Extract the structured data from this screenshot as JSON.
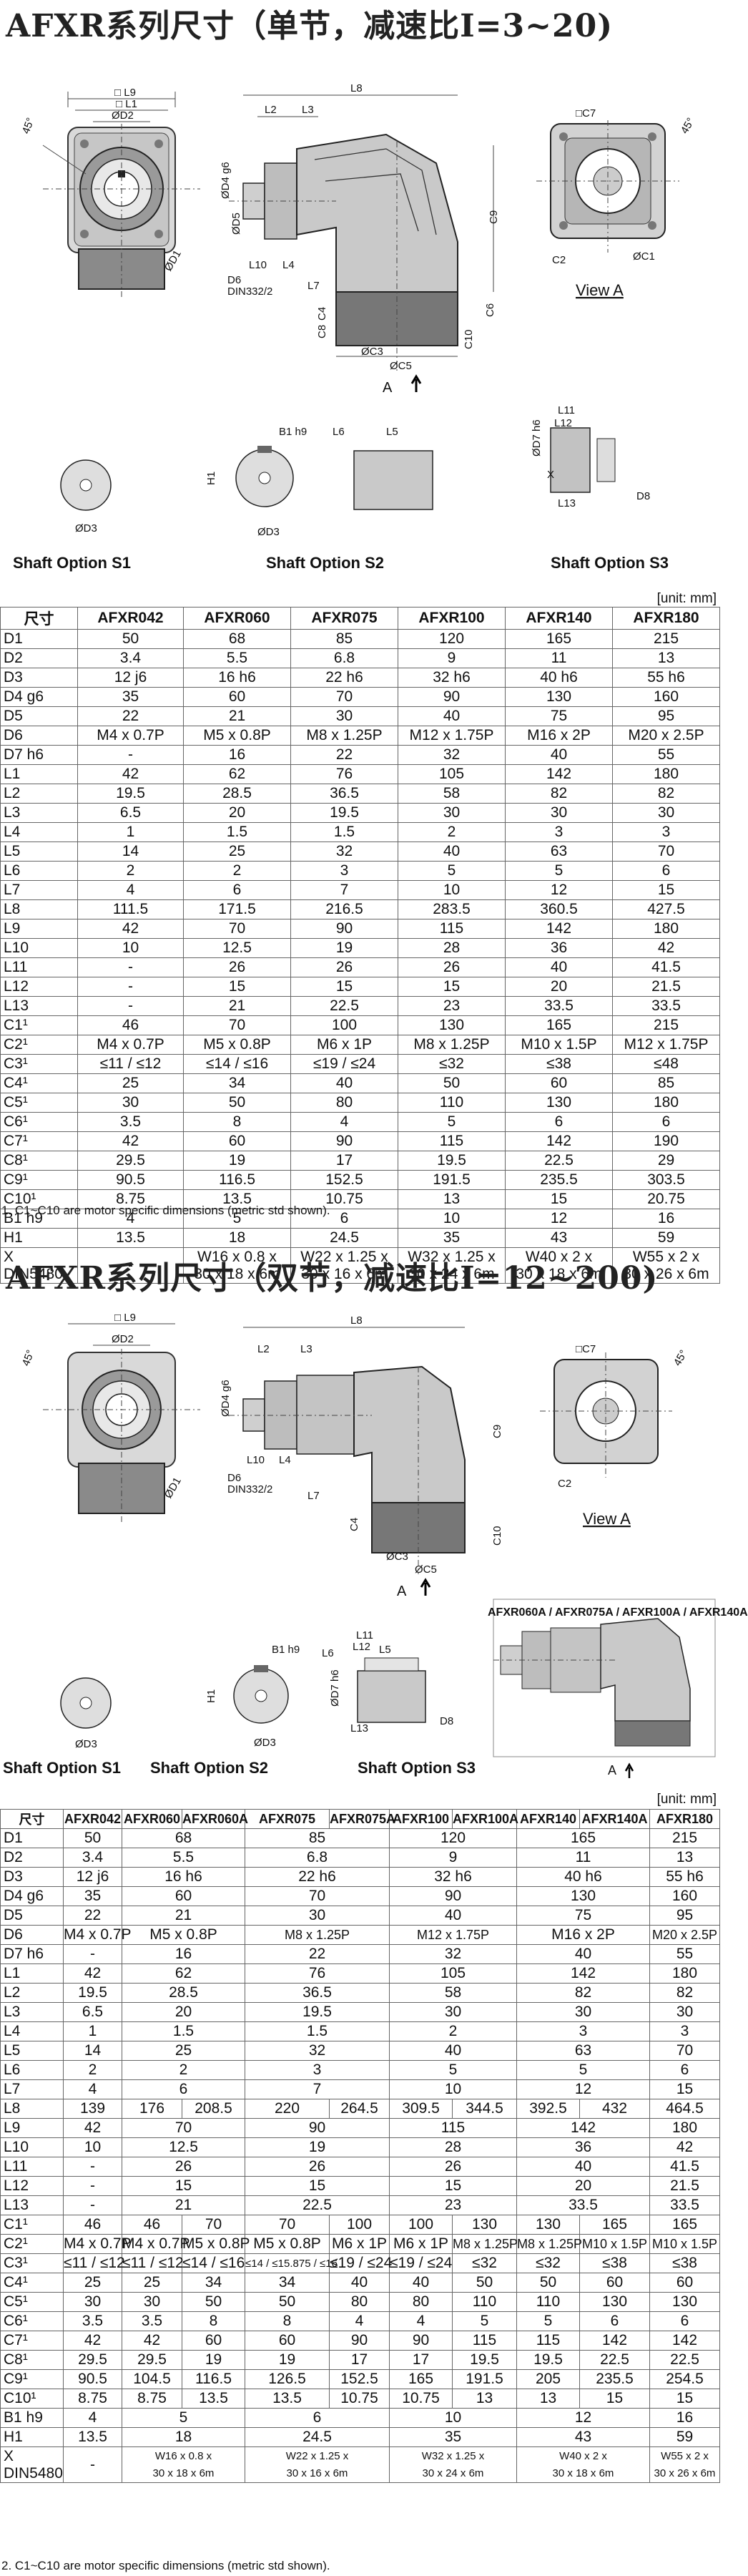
{
  "section1": {
    "title": "AFXR系列尺寸（单节，减速比I=3~20)",
    "view_label": "View A",
    "option_labels": [
      "Shaft Option S1",
      "Shaft Option S2",
      "Shaft Option S3"
    ],
    "unit_label": "[unit: mm]",
    "dim_labels": [
      "L9",
      "L1",
      "ØD2",
      "45°",
      "ØD1",
      "L2",
      "L3",
      "L8",
      "ØD4",
      "ØD5",
      "L10",
      "L4",
      "D6",
      "DIN332/2",
      "L7",
      "C9",
      "C4",
      "C8",
      "ØC3",
      "ØC5",
      "C10",
      "C6",
      "A",
      "□C7",
      "ØC1",
      "C2",
      "B1",
      "L6",
      "L5",
      "H1",
      "ØD3",
      "L11",
      "L12",
      "ØD7",
      "X",
      "L13",
      "D8"
    ],
    "headers": [
      "尺寸",
      "AFXR042",
      "AFXR060",
      "AFXR075",
      "AFXR100",
      "AFXR140",
      "AFXR180"
    ],
    "rows": [
      [
        "D1",
        "50",
        "68",
        "85",
        "120",
        "165",
        "215"
      ],
      [
        "D2",
        "3.4",
        "5.5",
        "6.8",
        "9",
        "11",
        "13"
      ],
      [
        "D3",
        "12 j6",
        "16 h6",
        "22 h6",
        "32 h6",
        "40 h6",
        "55 h6"
      ],
      [
        "D4  g6",
        "35",
        "60",
        "70",
        "90",
        "130",
        "160"
      ],
      [
        "D5",
        "22",
        "21",
        "30",
        "40",
        "75",
        "95"
      ],
      [
        "D6",
        "M4 x 0.7P",
        "M5 x 0.8P",
        "M8 x 1.25P",
        "M12 x 1.75P",
        "M16 x 2P",
        "M20 x 2.5P"
      ],
      [
        "D7  h6",
        "-",
        "16",
        "22",
        "32",
        "40",
        "55"
      ],
      [
        "L1",
        "42",
        "62",
        "76",
        "105",
        "142",
        "180"
      ],
      [
        "L2",
        "19.5",
        "28.5",
        "36.5",
        "58",
        "82",
        "82"
      ],
      [
        "L3",
        "6.5",
        "20",
        "19.5",
        "30",
        "30",
        "30"
      ],
      [
        "L4",
        "1",
        "1.5",
        "1.5",
        "2",
        "3",
        "3"
      ],
      [
        "L5",
        "14",
        "25",
        "32",
        "40",
        "63",
        "70"
      ],
      [
        "L6",
        "2",
        "2",
        "3",
        "5",
        "5",
        "6"
      ],
      [
        "L7",
        "4",
        "6",
        "7",
        "10",
        "12",
        "15"
      ],
      [
        "L8",
        "111.5",
        "171.5",
        "216.5",
        "283.5",
        "360.5",
        "427.5"
      ],
      [
        "L9",
        "42",
        "70",
        "90",
        "115",
        "142",
        "180"
      ],
      [
        "L10",
        "10",
        "12.5",
        "19",
        "28",
        "36",
        "42"
      ],
      [
        "L11",
        "-",
        "26",
        "26",
        "26",
        "40",
        "41.5"
      ],
      [
        "L12",
        "-",
        "15",
        "15",
        "15",
        "20",
        "21.5"
      ],
      [
        "L13",
        "-",
        "21",
        "22.5",
        "23",
        "33.5",
        "33.5"
      ],
      [
        "C1¹",
        "46",
        "70",
        "100",
        "130",
        "165",
        "215"
      ],
      [
        "C2¹",
        "M4 x 0.7P",
        "M5 x 0.8P",
        "M6 x 1P",
        "M8 x 1.25P",
        "M10 x 1.5P",
        "M12 x 1.75P"
      ],
      [
        "C3¹",
        "≤11 / ≤12",
        "≤14 / ≤16",
        "≤19 / ≤24",
        "≤32",
        "≤38",
        "≤48"
      ],
      [
        "C4¹",
        "25",
        "34",
        "40",
        "50",
        "60",
        "85"
      ],
      [
        "C5¹",
        "30",
        "50",
        "80",
        "110",
        "130",
        "180"
      ],
      [
        "C6¹",
        "3.5",
        "8",
        "4",
        "5",
        "6",
        "6"
      ],
      [
        "C7¹",
        "42",
        "60",
        "90",
        "115",
        "142",
        "190"
      ],
      [
        "C8¹",
        "29.5",
        "19",
        "17",
        "19.5",
        "22.5",
        "29"
      ],
      [
        "C9¹",
        "90.5",
        "116.5",
        "152.5",
        "191.5",
        "235.5",
        "303.5"
      ],
      [
        "C10¹",
        "8.75",
        "13.5",
        "10.75",
        "13",
        "15",
        "20.75"
      ],
      [
        "B1  h9",
        "4",
        "5",
        "6",
        "10",
        "12",
        "16"
      ],
      [
        "H1",
        "13.5",
        "18",
        "24.5",
        "35",
        "43",
        "59"
      ],
      [
        "X\nDIN5480",
        "-",
        "W16 x 0.8 x\n30 x 18 x 6m",
        "W22 x 1.25 x\n30 x 16 x 6m",
        "W32 x 1.25 x\n30 x 24 x 6m",
        "W40 x 2 x\n30 x 18 x 6m",
        "W55 x 2 x\n30 x 26 x 6m"
      ]
    ],
    "footnote": "1. C1~C10 are motor specific dimensions (metric std shown)."
  },
  "section2": {
    "title": "AFXR系列尺寸（双节，减速比I=12~200)",
    "view_label": "View A",
    "option_labels": [
      "Shaft Option S1",
      "Shaft Option S2",
      "Shaft Option S3"
    ],
    "unit_label": "[unit: mm]",
    "variant_caption": "AFXR060A / AFXR075A / AFXR100A / AFXR140A",
    "headers": [
      "尺寸",
      "AFXR042",
      "AFXR060",
      "AFXR060A",
      "AFXR075",
      "AFXR075A",
      "AFXR100",
      "AFXR100A",
      "AFXR140",
      "AFXR140A",
      "AFXR180"
    ],
    "rows": [
      {
        "cells": [
          "D1",
          "50",
          "68",
          "85",
          "120",
          "165",
          "215"
        ],
        "spans": [
          1,
          1,
          2,
          2,
          2,
          2,
          1
        ]
      },
      {
        "cells": [
          "D2",
          "3.4",
          "5.5",
          "6.8",
          "9",
          "11",
          "13"
        ],
        "spans": [
          1,
          1,
          2,
          2,
          2,
          2,
          1
        ]
      },
      {
        "cells": [
          "D3",
          "12 j6",
          "16 h6",
          "22 h6",
          "32 h6",
          "40 h6",
          "55 h6"
        ],
        "spans": [
          1,
          1,
          2,
          2,
          2,
          2,
          1
        ]
      },
      {
        "cells": [
          "D4  g6",
          "35",
          "60",
          "70",
          "90",
          "130",
          "160"
        ],
        "spans": [
          1,
          1,
          2,
          2,
          2,
          2,
          1
        ]
      },
      {
        "cells": [
          "D5",
          "22",
          "21",
          "30",
          "40",
          "75",
          "95"
        ],
        "spans": [
          1,
          1,
          2,
          2,
          2,
          2,
          1
        ]
      },
      {
        "cells": [
          "D6",
          "M4 x 0.7P",
          "M5 x 0.8P",
          "M8 x 1.25P",
          "M12 x 1.75P",
          "M16 x 2P",
          "M20 x 2.5P"
        ],
        "spans": [
          1,
          1,
          2,
          2,
          2,
          2,
          1
        ]
      },
      {
        "cells": [
          "D7  h6",
          "-",
          "16",
          "22",
          "32",
          "40",
          "55"
        ],
        "spans": [
          1,
          1,
          2,
          2,
          2,
          2,
          1
        ]
      },
      {
        "cells": [
          "L1",
          "42",
          "62",
          "76",
          "105",
          "142",
          "180"
        ],
        "spans": [
          1,
          1,
          2,
          2,
          2,
          2,
          1
        ]
      },
      {
        "cells": [
          "L2",
          "19.5",
          "28.5",
          "36.5",
          "58",
          "82",
          "82"
        ],
        "spans": [
          1,
          1,
          2,
          2,
          2,
          2,
          1
        ]
      },
      {
        "cells": [
          "L3",
          "6.5",
          "20",
          "19.5",
          "30",
          "30",
          "30"
        ],
        "spans": [
          1,
          1,
          2,
          2,
          2,
          2,
          1
        ]
      },
      {
        "cells": [
          "L4",
          "1",
          "1.5",
          "1.5",
          "2",
          "3",
          "3"
        ],
        "spans": [
          1,
          1,
          2,
          2,
          2,
          2,
          1
        ]
      },
      {
        "cells": [
          "L5",
          "14",
          "25",
          "32",
          "40",
          "63",
          "70"
        ],
        "spans": [
          1,
          1,
          2,
          2,
          2,
          2,
          1
        ]
      },
      {
        "cells": [
          "L6",
          "2",
          "2",
          "3",
          "5",
          "5",
          "6"
        ],
        "spans": [
          1,
          1,
          2,
          2,
          2,
          2,
          1
        ]
      },
      {
        "cells": [
          "L7",
          "4",
          "6",
          "7",
          "10",
          "12",
          "15"
        ],
        "spans": [
          1,
          1,
          2,
          2,
          2,
          2,
          1
        ]
      },
      {
        "cells": [
          "L8",
          "139",
          "176",
          "208.5",
          "220",
          "264.5",
          "309.5",
          "344.5",
          "392.5",
          "432",
          "464.5"
        ],
        "spans": [
          1,
          1,
          1,
          1,
          1,
          1,
          1,
          1,
          1,
          1,
          1
        ]
      },
      {
        "cells": [
          "L9",
          "42",
          "70",
          "90",
          "115",
          "142",
          "180"
        ],
        "spans": [
          1,
          1,
          2,
          2,
          2,
          2,
          1
        ]
      },
      {
        "cells": [
          "L10",
          "10",
          "12.5",
          "19",
          "28",
          "36",
          "42"
        ],
        "spans": [
          1,
          1,
          2,
          2,
          2,
          2,
          1
        ]
      },
      {
        "cells": [
          "L11",
          "-",
          "26",
          "26",
          "26",
          "40",
          "41.5"
        ],
        "spans": [
          1,
          1,
          2,
          2,
          2,
          2,
          1
        ]
      },
      {
        "cells": [
          "L12",
          "-",
          "15",
          "15",
          "15",
          "20",
          "21.5"
        ],
        "spans": [
          1,
          1,
          2,
          2,
          2,
          2,
          1
        ]
      },
      {
        "cells": [
          "L13",
          "-",
          "21",
          "22.5",
          "23",
          "33.5",
          "33.5"
        ],
        "spans": [
          1,
          1,
          2,
          2,
          2,
          2,
          1
        ]
      },
      {
        "cells": [
          "C1¹",
          "46",
          "46",
          "70",
          "70",
          "100",
          "100",
          "130",
          "130",
          "165",
          "165"
        ],
        "spans": [
          1,
          1,
          1,
          1,
          1,
          1,
          1,
          1,
          1,
          1,
          1
        ]
      },
      {
        "cells": [
          "C2¹",
          "M4 x 0.7P",
          "M4 x 0.7P",
          "M5 x 0.8P",
          "M5 x 0.8P",
          "M6 x 1P",
          "M6 x 1P",
          "M8 x 1.25P",
          "M8 x 1.25P",
          "M10 x 1.5P",
          "M10 x 1.5P"
        ],
        "spans": [
          1,
          1,
          1,
          1,
          1,
          1,
          1,
          1,
          1,
          1,
          1
        ]
      },
      {
        "cells": [
          "C3¹",
          "≤11 / ≤12",
          "≤11 / ≤12",
          "≤14 / ≤16",
          "≤14 / ≤15.875 / ≤16",
          "≤19 / ≤24",
          "≤19 / ≤24",
          "≤32",
          "≤32",
          "≤38",
          "≤38"
        ],
        "spans": [
          1,
          1,
          1,
          1,
          1,
          1,
          1,
          1,
          1,
          1,
          1
        ]
      },
      {
        "cells": [
          "C4¹",
          "25",
          "25",
          "34",
          "34",
          "40",
          "40",
          "50",
          "50",
          "60",
          "60"
        ],
        "spans": [
          1,
          1,
          1,
          1,
          1,
          1,
          1,
          1,
          1,
          1,
          1
        ]
      },
      {
        "cells": [
          "C5¹",
          "30",
          "30",
          "50",
          "50",
          "80",
          "80",
          "110",
          "110",
          "130",
          "130"
        ],
        "spans": [
          1,
          1,
          1,
          1,
          1,
          1,
          1,
          1,
          1,
          1,
          1
        ]
      },
      {
        "cells": [
          "C6¹",
          "3.5",
          "3.5",
          "8",
          "8",
          "4",
          "4",
          "5",
          "5",
          "6",
          "6"
        ],
        "spans": [
          1,
          1,
          1,
          1,
          1,
          1,
          1,
          1,
          1,
          1,
          1
        ]
      },
      {
        "cells": [
          "C7¹",
          "42",
          "42",
          "60",
          "60",
          "90",
          "90",
          "115",
          "115",
          "142",
          "142"
        ],
        "spans": [
          1,
          1,
          1,
          1,
          1,
          1,
          1,
          1,
          1,
          1,
          1
        ]
      },
      {
        "cells": [
          "C8¹",
          "29.5",
          "29.5",
          "19",
          "19",
          "17",
          "17",
          "19.5",
          "19.5",
          "22.5",
          "22.5"
        ],
        "spans": [
          1,
          1,
          1,
          1,
          1,
          1,
          1,
          1,
          1,
          1,
          1
        ]
      },
      {
        "cells": [
          "C9¹",
          "90.5",
          "104.5",
          "116.5",
          "126.5",
          "152.5",
          "165",
          "191.5",
          "205",
          "235.5",
          "254.5"
        ],
        "spans": [
          1,
          1,
          1,
          1,
          1,
          1,
          1,
          1,
          1,
          1,
          1
        ]
      },
      {
        "cells": [
          "C10¹",
          "8.75",
          "8.75",
          "13.5",
          "13.5",
          "10.75",
          "10.75",
          "13",
          "13",
          "15",
          "15"
        ],
        "spans": [
          1,
          1,
          1,
          1,
          1,
          1,
          1,
          1,
          1,
          1,
          1
        ]
      },
      {
        "cells": [
          "B1  h9",
          "4",
          "5",
          "6",
          "10",
          "12",
          "16"
        ],
        "spans": [
          1,
          1,
          2,
          2,
          2,
          2,
          1
        ]
      },
      {
        "cells": [
          "H1",
          "13.5",
          "18",
          "24.5",
          "35",
          "43",
          "59"
        ],
        "spans": [
          1,
          1,
          2,
          2,
          2,
          2,
          1
        ]
      },
      {
        "cells": [
          "X\nDIN5480",
          "-",
          "W16 x 0.8 x\n30 x 18 x 6m",
          "W22 x 1.25 x\n30 x 16 x 6m",
          "W32 x 1.25 x\n30 x 24 x 6m",
          "W40 x 2 x\n30 x 18 x 6m",
          "W55 x 2 x\n30 x 26 x 6m"
        ],
        "spans": [
          1,
          1,
          2,
          2,
          2,
          2,
          1
        ]
      }
    ],
    "footnote": "2. C1~C10 are motor specific dimensions (metric std shown)."
  }
}
